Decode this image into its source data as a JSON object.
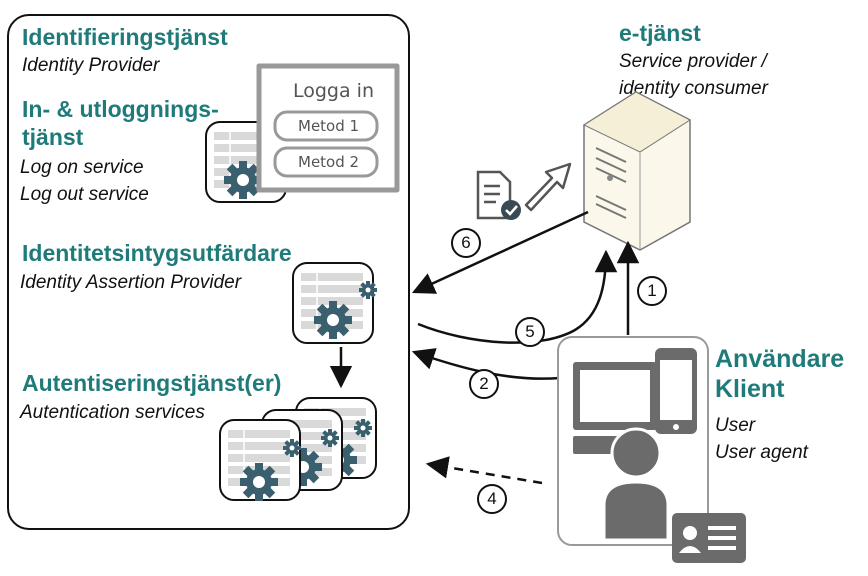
{
  "idp": {
    "title": "Identifieringstjänst",
    "subtitle": "Identity Provider",
    "logon": {
      "title_line1": "In- & utloggnings-",
      "title_line2": "tjänst",
      "sub1": "Log on service",
      "sub2": "Log out service"
    },
    "assertion": {
      "title": "Identitetsintygsutfärdare",
      "sub": "Identity Assertion Provider"
    },
    "auth": {
      "title": "Autentiseringstjänst(er)",
      "sub": "Autentication services"
    },
    "login_mock": {
      "title": "Logga in",
      "method1": "Metod 1",
      "method2": "Metod 2"
    }
  },
  "service": {
    "title": "e-tjänst",
    "sub_line1": "Service provider /",
    "sub_line2": "identity consumer"
  },
  "user": {
    "title_line1": "Användare",
    "title_line2": "Klient",
    "sub1": "User",
    "sub2": "User agent"
  },
  "steps": [
    "1",
    "2",
    "4",
    "5",
    "6"
  ],
  "colors": {
    "teal": "#1f7a7a",
    "gear": "#3a5f6e",
    "user_gray": "#6b6b6b"
  }
}
